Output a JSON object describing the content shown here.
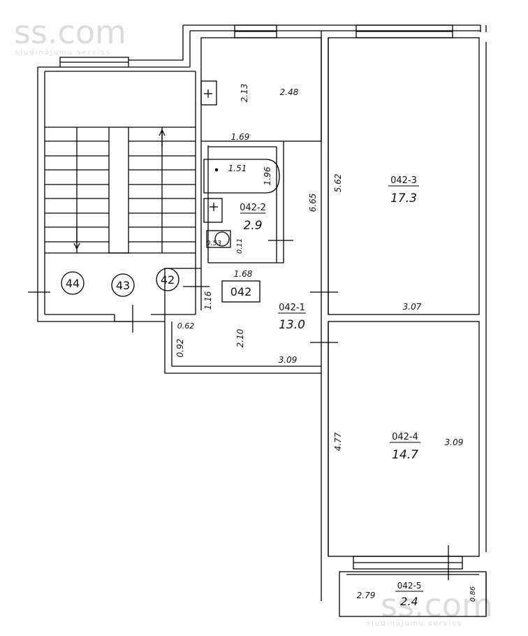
{
  "watermark": {
    "logo": "ss.com",
    "tagline": "sludinājumu serviss"
  },
  "apartment_number": "042",
  "stair_markers": [
    "44",
    "43",
    "42"
  ],
  "rooms": [
    {
      "code": "042-1",
      "area": "13.0"
    },
    {
      "code": "042-2",
      "area": "2.9"
    },
    {
      "code": "042-3",
      "area": "17.3"
    },
    {
      "code": "042-4",
      "area": "14.7"
    },
    {
      "code": "042-5",
      "area": "2.4"
    }
  ],
  "dimensions": {
    "wc_height": "2.13",
    "wc_width": "2.48",
    "bath_width": "1.69",
    "tub_length": "1.51",
    "tub_width": "1.96",
    "basin_a": "0.53",
    "basin_b": "0.11",
    "hall_length": "6.65",
    "corridor_width": "1.68",
    "hall_width": "1.16",
    "niche_width": "0.62",
    "niche_depth": "0.92",
    "hall_depth": "2.10",
    "hall_bottom": "3.09",
    "room3_length": "5.62",
    "room3_width": "3.07",
    "room4_length": "4.77",
    "room4_width": "3.09",
    "balcony_width": "2.79",
    "balcony_depth": "0.86"
  }
}
